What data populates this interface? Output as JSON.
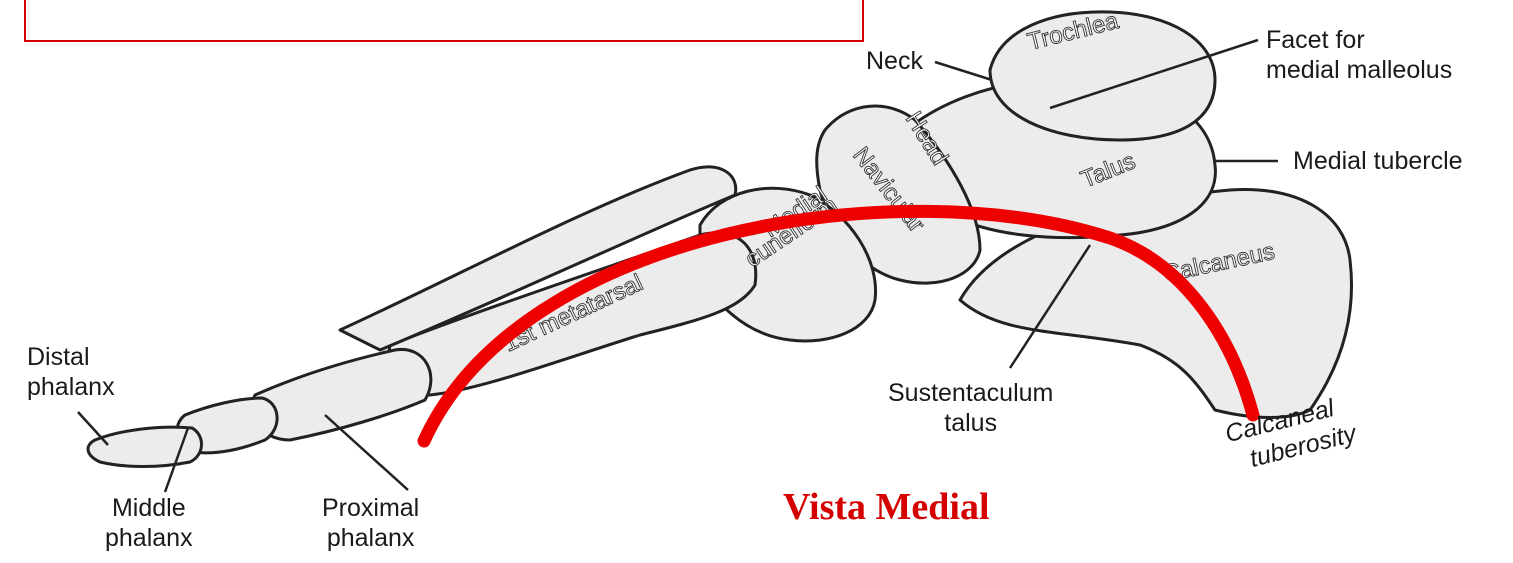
{
  "caption": "Vista Medial",
  "colors": {
    "arch": "#ee0000",
    "frame": "#d40000",
    "bone_fill": "#ececec",
    "bone_stroke": "#222222"
  },
  "labels": {
    "distal_phalanx": [
      "Distal",
      "phalanx"
    ],
    "middle_phalanx": [
      "Middle",
      "phalanx"
    ],
    "proximal_phalanx": [
      "Proximal",
      "phalanx"
    ],
    "sustentaculum_talus": [
      "Sustentaculum",
      "talus"
    ],
    "calcaneal_tuberosity": [
      "Calcaneal",
      "tuberosity"
    ],
    "neck": "Neck",
    "facet": [
      "Facet for",
      "medial malleolus"
    ],
    "medial_tubercle": "Medial tubercle",
    "trochlea": "Trochlea",
    "head": "Head",
    "talus": "Talus",
    "navicular": "Navicular",
    "medial_cuneiform": [
      "Medial",
      "cuneiform"
    ],
    "first_metatarsal": "1st metatarsal",
    "calcaneus": "Calcaneus"
  }
}
